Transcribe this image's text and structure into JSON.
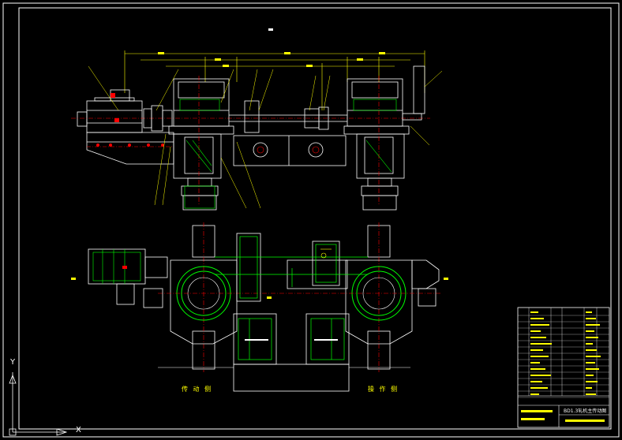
{
  "drawing": {
    "side_labels": {
      "drive_side": "传 动 侧",
      "operator_side": "操 作 侧"
    },
    "title_block": {
      "title": "BD1.3轧机主传动图"
    },
    "axis": {
      "y_label": "Y",
      "x_label": "X"
    },
    "colors": {
      "background": "#000000",
      "frame": "#ffffff",
      "outline": "#ffffff",
      "dimension": "#ffff00",
      "centerline": "#ff0000",
      "hidden": "#00ff00",
      "text": "#ffff00",
      "detail": "#00ffff"
    }
  }
}
